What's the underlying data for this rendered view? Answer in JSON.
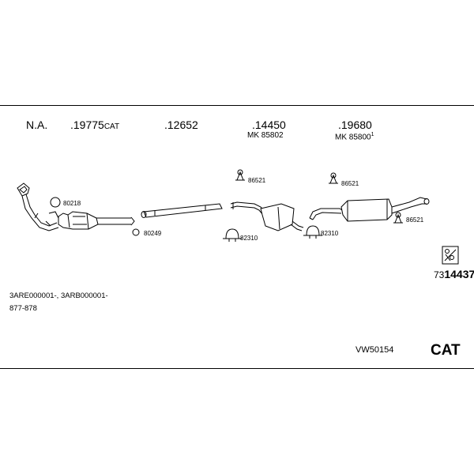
{
  "header": {
    "col1": "N.A.",
    "col2_num": ".19775",
    "col2_suffix": "CAT",
    "col3": ".12652",
    "col4": ".14450",
    "col4_sub": "MK 85802",
    "col5": ".19680",
    "col5_sub": "MK 85800",
    "col5_sup": "1"
  },
  "parts": {
    "p80218": "80218",
    "p80249": "80249",
    "p86521_a": "86521",
    "p86521_b": "86521",
    "p86521_c": "86521",
    "p82310_a": "82310",
    "p82310_b": "82310"
  },
  "kit": {
    "prefix": "73",
    "number": "14437"
  },
  "info": {
    "serials": "3ARE000001-, 3ARB000001-",
    "range": "877-878"
  },
  "footer": {
    "code": "VW50154",
    "cat": "CAT"
  }
}
